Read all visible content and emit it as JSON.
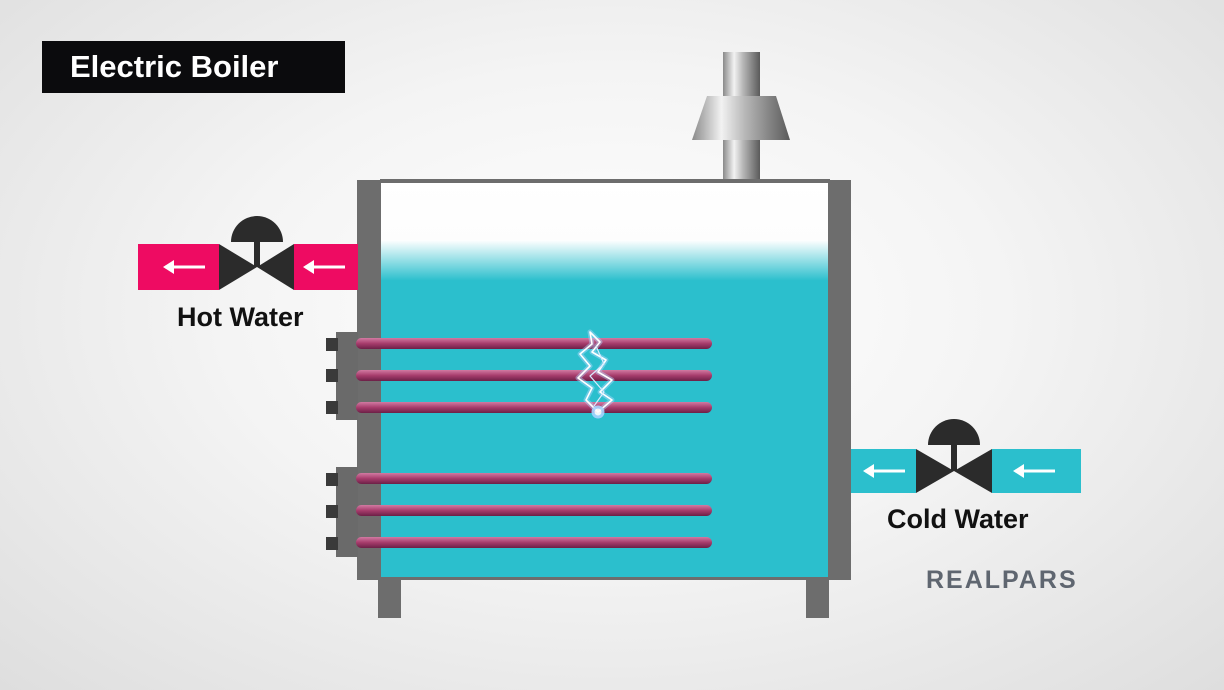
{
  "title": "Electric Boiler",
  "labels": {
    "hot_water": "Hot Water",
    "cold_water": "Cold Water"
  },
  "brand": "REALPARS",
  "colors": {
    "water": "#2bbfcd",
    "hot_pipe": "#ee0b62",
    "cold_pipe": "#2bbfcd",
    "tank_wall": "#6d6d6d",
    "heating_element": "#a73c6c",
    "title_bg": "#0b0b0d"
  },
  "icons": {
    "hot_inlet_arrow": "arrow-left-icon",
    "hot_outlet_arrow": "arrow-left-icon",
    "cold_inlet_arrow": "arrow-left-icon",
    "cold_outlet_arrow": "arrow-left-icon"
  }
}
